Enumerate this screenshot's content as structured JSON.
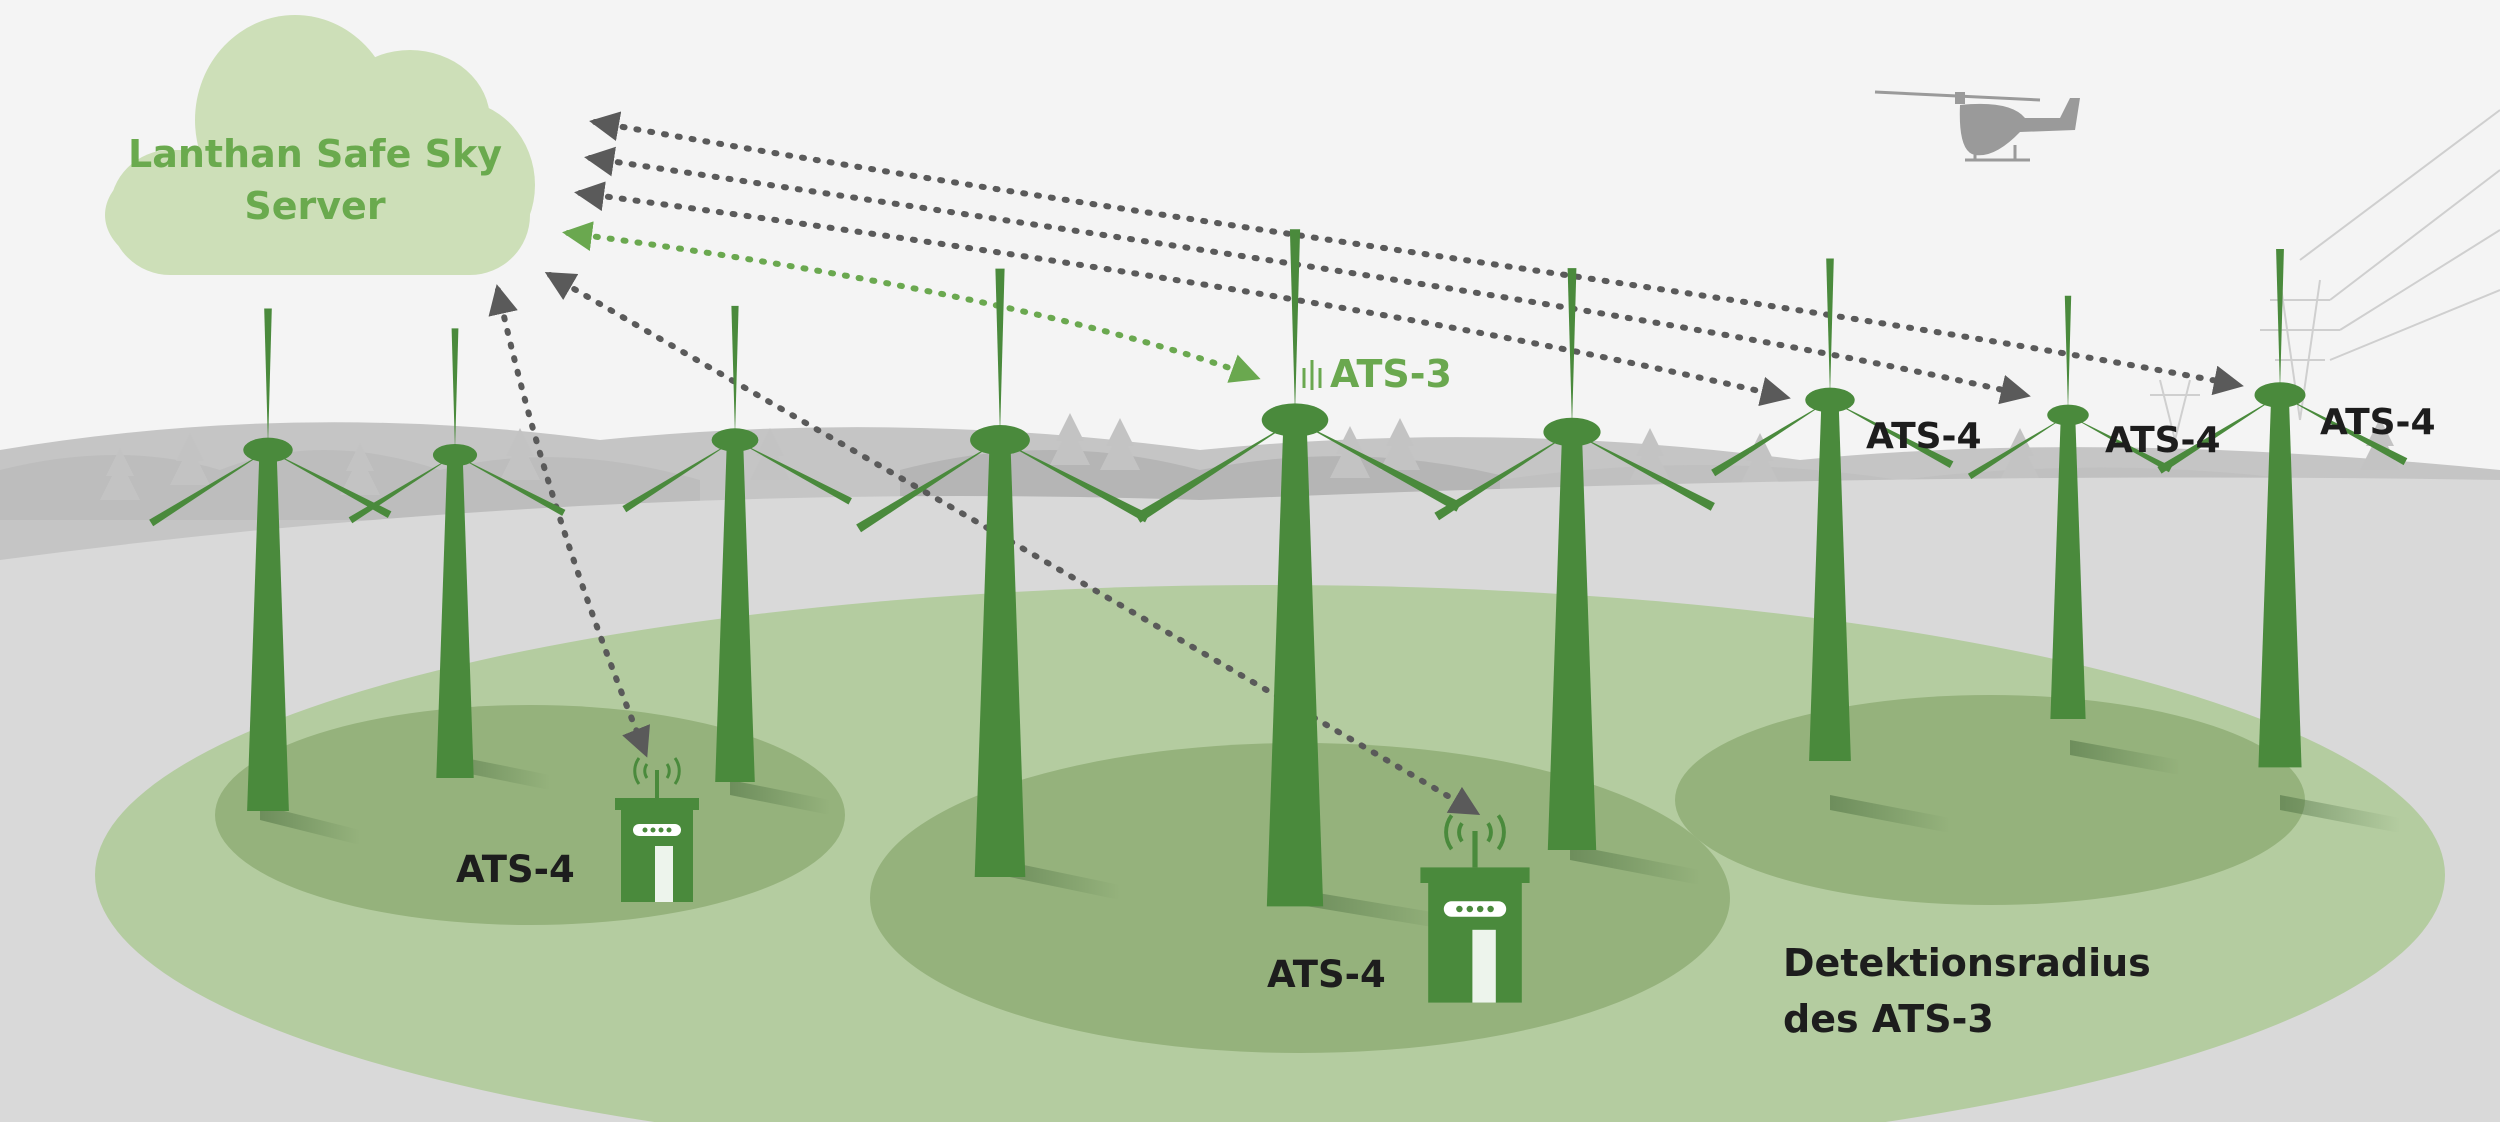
{
  "server": {
    "label_line1": "Lanthan Safe Sky",
    "label_line2": "Server"
  },
  "labels": {
    "ats3_turbine": "ATS-3",
    "ats4_right_1": "ATS-4",
    "ats4_right_2": "ATS-4",
    "ats4_right_3": "ATS-4",
    "ats4_left_station": "ATS-4",
    "ats4_center_station": "ATS-4"
  },
  "detection": {
    "line1": "Detektionsradius",
    "line2": "des ATS-3"
  },
  "colors": {
    "turbine_green": "#4a8a3c",
    "accent_green": "#6aa84f",
    "cloud_fill": "#cddfb8",
    "ground_gray": "#d8d8d8",
    "forest_gray": "#b9b9b9",
    "link_gray": "#5a5a5a"
  },
  "icons": [
    "cloud-icon",
    "wind-turbine-icon",
    "antenna-station-icon",
    "helicopter-icon",
    "power-pylon-icon",
    "arrow-icon"
  ]
}
